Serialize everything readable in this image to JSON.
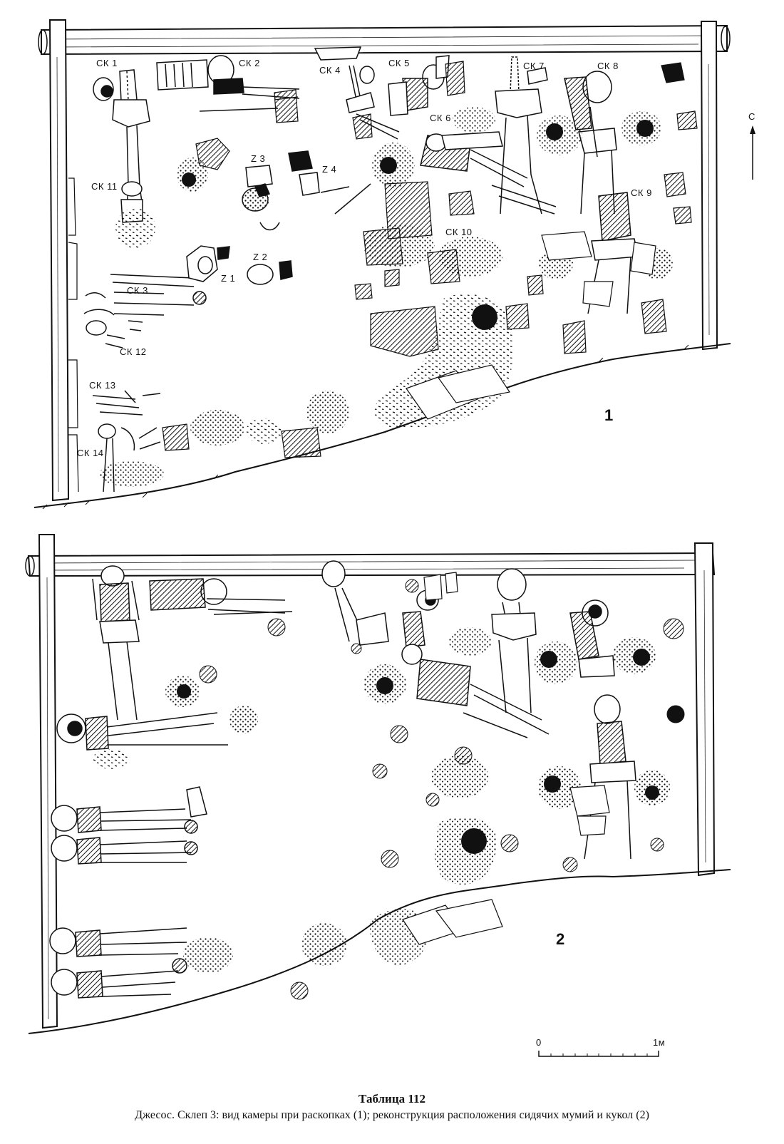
{
  "figure": {
    "plate_title": "Таблица 112",
    "caption": "Джесос. Склеп 3: вид камеры при раскопках (1); реконструкция расположения сидячих мумий и кукол (2)"
  },
  "panel_1": {
    "number": "1",
    "labels": [
      "СК 1",
      "СК 2",
      "СК 3",
      "СК 4",
      "СК 5",
      "СК 6",
      "СК 7",
      "СК 8",
      "СК 9",
      "СК 10",
      "СК 11",
      "СК 12",
      "СК 13",
      "СК 14",
      "Z 1",
      "Z 2",
      "Z 3",
      "Z 4"
    ]
  },
  "panel_2": {
    "number": "2"
  },
  "north_arrow": {
    "label": "С"
  },
  "scale_bar": {
    "start": "0",
    "end": "1м"
  }
}
